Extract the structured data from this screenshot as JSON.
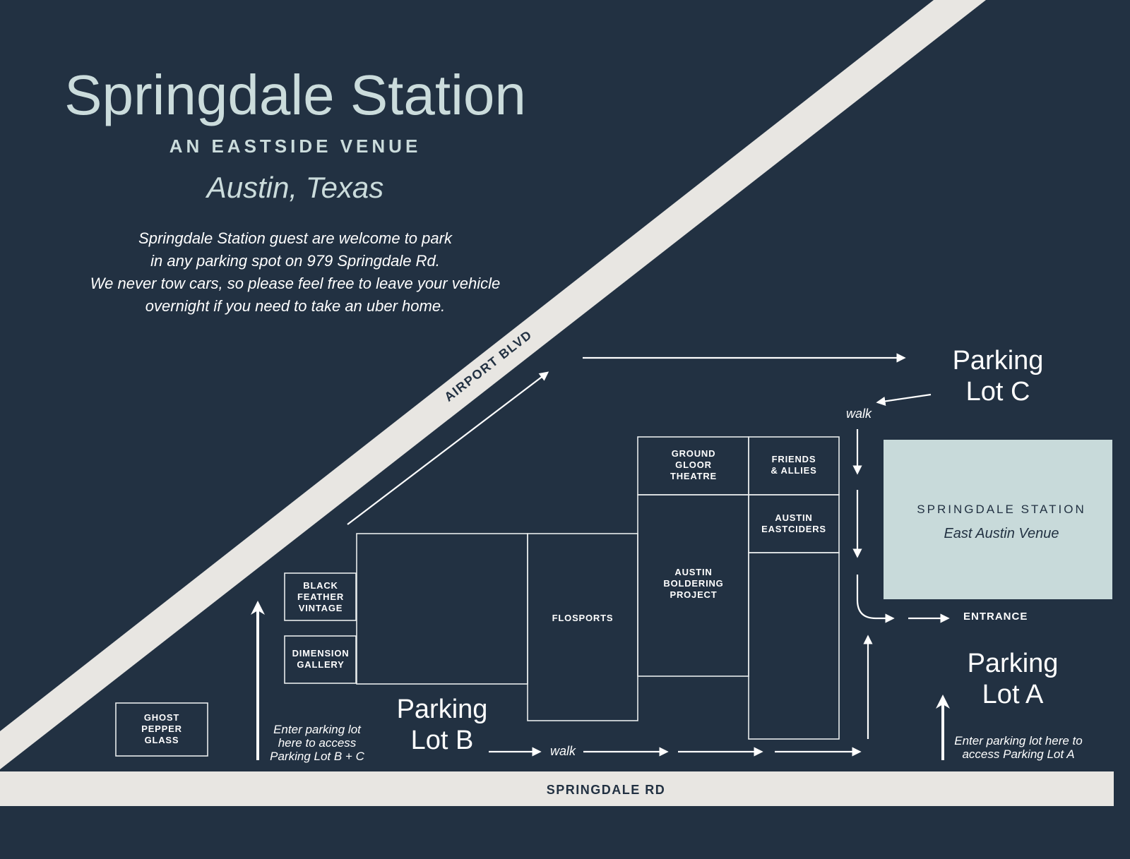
{
  "header": {
    "title": "Springdale Station",
    "subtitle": "AN EASTSIDE VENUE",
    "location": "Austin, Texas"
  },
  "note": {
    "lines": [
      "Springdale Station guest are welcome to park",
      "in any parking spot on 979 Springdale Rd.",
      "We never tow cars, so please feel free to leave your vehicle",
      "overnight if you need to take an uber home."
    ]
  },
  "roads": {
    "airport": "AIRPORT BLVD",
    "springdale": "SPRINGDALE RD"
  },
  "lots": {
    "c": [
      "Parking",
      "Lot C"
    ],
    "b": [
      "Parking",
      "Lot B"
    ],
    "a": [
      "Parking",
      "Lot A"
    ]
  },
  "buildings": {
    "ghost": [
      "GHOST",
      "PEPPER",
      "GLASS"
    ],
    "black_feather": [
      "BLACK",
      "FEATHER",
      "VINTAGE"
    ],
    "dimension": [
      "DIMENSION",
      "GALLERY"
    ],
    "flosports": "FLOSPORTS",
    "ground_gloor": [
      "GROUND",
      "GLOOR",
      "THEATRE"
    ],
    "friends": [
      "FRIENDS",
      "& ALLIES"
    ],
    "eastciders": [
      "AUSTIN",
      "EASTCIDERS"
    ],
    "boldering": [
      "AUSTIN",
      "BOLDERING",
      "PROJECT"
    ]
  },
  "venue": {
    "name": "SPRINGDALE STATION",
    "tagline": "East Austin Venue"
  },
  "labels": {
    "entrance": "ENTRANCE",
    "walk_c": "walk",
    "walk_b": "walk",
    "enter_bc": [
      "Enter parking lot",
      "here to access",
      "Parking Lot B + C"
    ],
    "enter_a": [
      "Enter parking lot here to",
      "access Parking Lot A"
    ]
  },
  "colors": {
    "background": "#223142",
    "road": "#e8e6e2",
    "venue": "#c8dada",
    "title": "#cbdcdc"
  }
}
